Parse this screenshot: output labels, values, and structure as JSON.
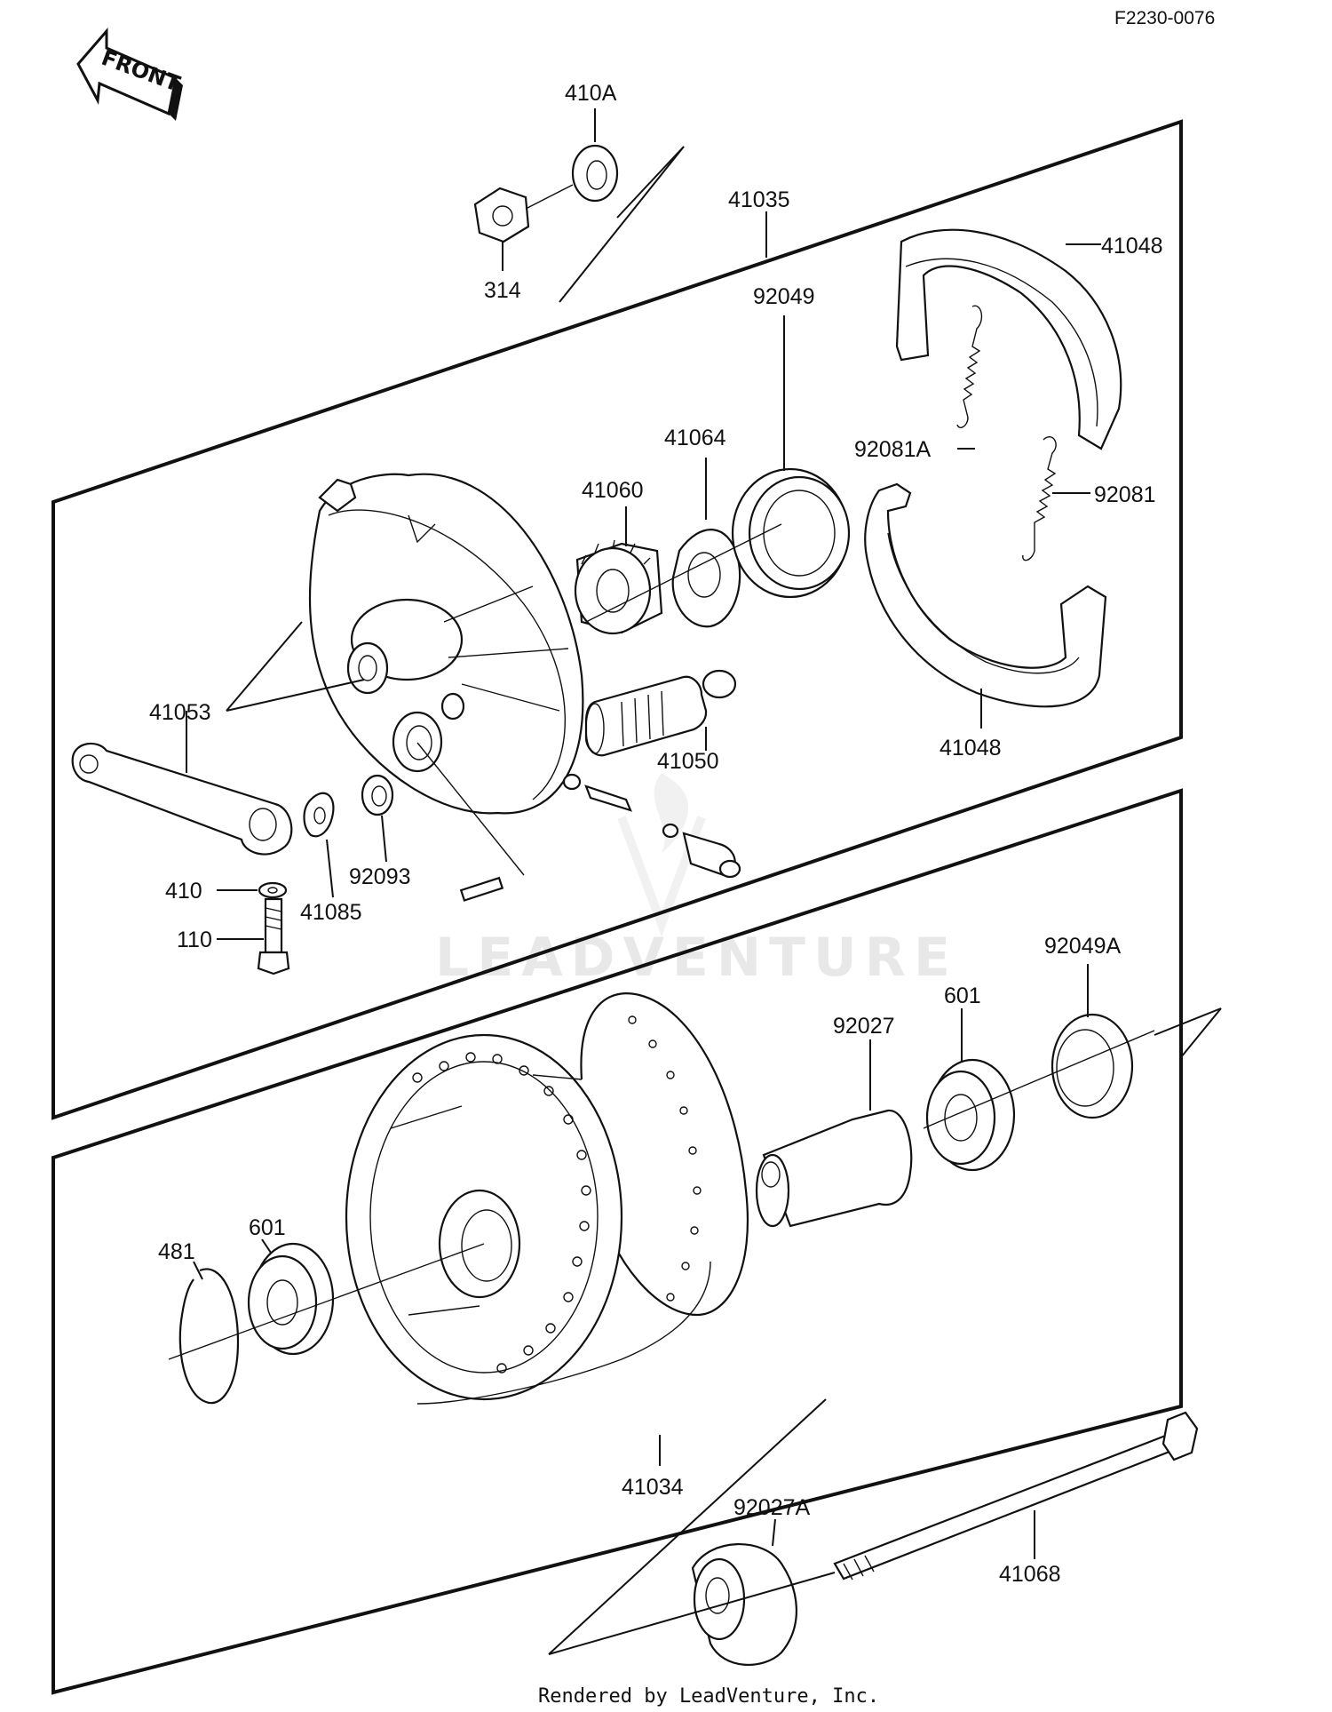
{
  "diagram_code": "F2230-0076",
  "front_label": "FRONT",
  "watermark": "LEADVENTURE",
  "footer": "Rendered by LeadVenture, Inc.",
  "parts": {
    "p410A": "410A",
    "p314": "314",
    "p41035": "41035",
    "p41048_top": "41048",
    "p92049": "92049",
    "p41064": "41064",
    "p41060": "41060",
    "p92081A": "92081A",
    "p92081": "92081",
    "p41053": "41053",
    "p41050": "41050",
    "p41048_bottom": "41048",
    "p410": "410",
    "p41085": "41085",
    "p92093": "92093",
    "p110": "110",
    "p92049A": "92049A",
    "p601_right": "601",
    "p92027": "92027",
    "p481": "481",
    "p601_left": "601",
    "p41034": "41034",
    "p92027A": "92027A",
    "p41068": "41068"
  }
}
